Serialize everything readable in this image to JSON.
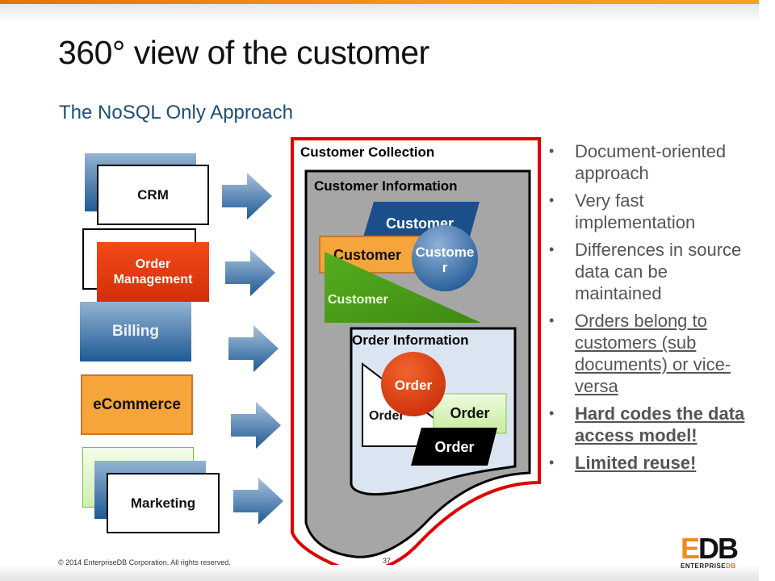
{
  "slide": {
    "title": "360° view of the customer",
    "subtitle": "The NoSQL Only Approach",
    "footer": "© 2014 EnterpriseDB Corporation. All rights reserved.",
    "page_number": "37",
    "logo": {
      "main_e": "E",
      "main_db": "DB",
      "sub_a": "ENTERPRISE",
      "sub_b": "DB"
    }
  },
  "sources": [
    {
      "label": "CRM",
      "style": "white-on-blue-stack"
    },
    {
      "label": "Order Management",
      "style": "red"
    },
    {
      "label": "Billing",
      "style": "blue"
    },
    {
      "label": "eCommerce",
      "style": "orange"
    },
    {
      "label": "Marketing",
      "style": "white-on-green-blue-stack"
    }
  ],
  "collection": {
    "title": "Customer Collection",
    "customer_info": {
      "title": "Customer Information",
      "shapes": [
        {
          "label": "Customer",
          "shape": "parallelogram",
          "color": "#1a4f8a"
        },
        {
          "label": "Customer",
          "shape": "rectangle",
          "color": "#f5a53a"
        },
        {
          "label": "Customer",
          "shape": "circle",
          "color": "#3f74ad",
          "line1": "Custome",
          "line2": "r"
        },
        {
          "label": "Customer",
          "shape": "triangle",
          "color": "#4a9a1a"
        }
      ]
    },
    "order_info": {
      "title": "Order Information",
      "shapes": [
        {
          "label": "Order",
          "shape": "trapezoid",
          "color": "#ffffff"
        },
        {
          "label": "Order",
          "shape": "circle",
          "color": "#e0401a"
        },
        {
          "label": "Order",
          "shape": "rectangle",
          "color": "#d8f2c0"
        },
        {
          "label": "Order",
          "shape": "parallelogram",
          "color": "#000000"
        }
      ]
    }
  },
  "bullets": [
    {
      "text": "Document-oriented approach",
      "underline": false,
      "bold": false
    },
    {
      "text": "Very fast implementation",
      "underline": false,
      "bold": false
    },
    {
      "text": "Differences in source data can be maintained",
      "underline": false,
      "bold": false
    },
    {
      "text": "Orders belong to customers (sub documents) or vice-versa",
      "underline": true,
      "bold": false
    },
    {
      "text": "Hard codes the data access model!",
      "underline": true,
      "bold": true
    },
    {
      "text": "Limited reuse!",
      "underline": true,
      "bold": true
    }
  ],
  "colors": {
    "accent_orange": "#f39a1c",
    "subtitle_blue": "#1f4e79",
    "collection_border": "#e00000",
    "order_mgmt_red": "#e03a10",
    "ecommerce_orange": "#f5a53a"
  }
}
